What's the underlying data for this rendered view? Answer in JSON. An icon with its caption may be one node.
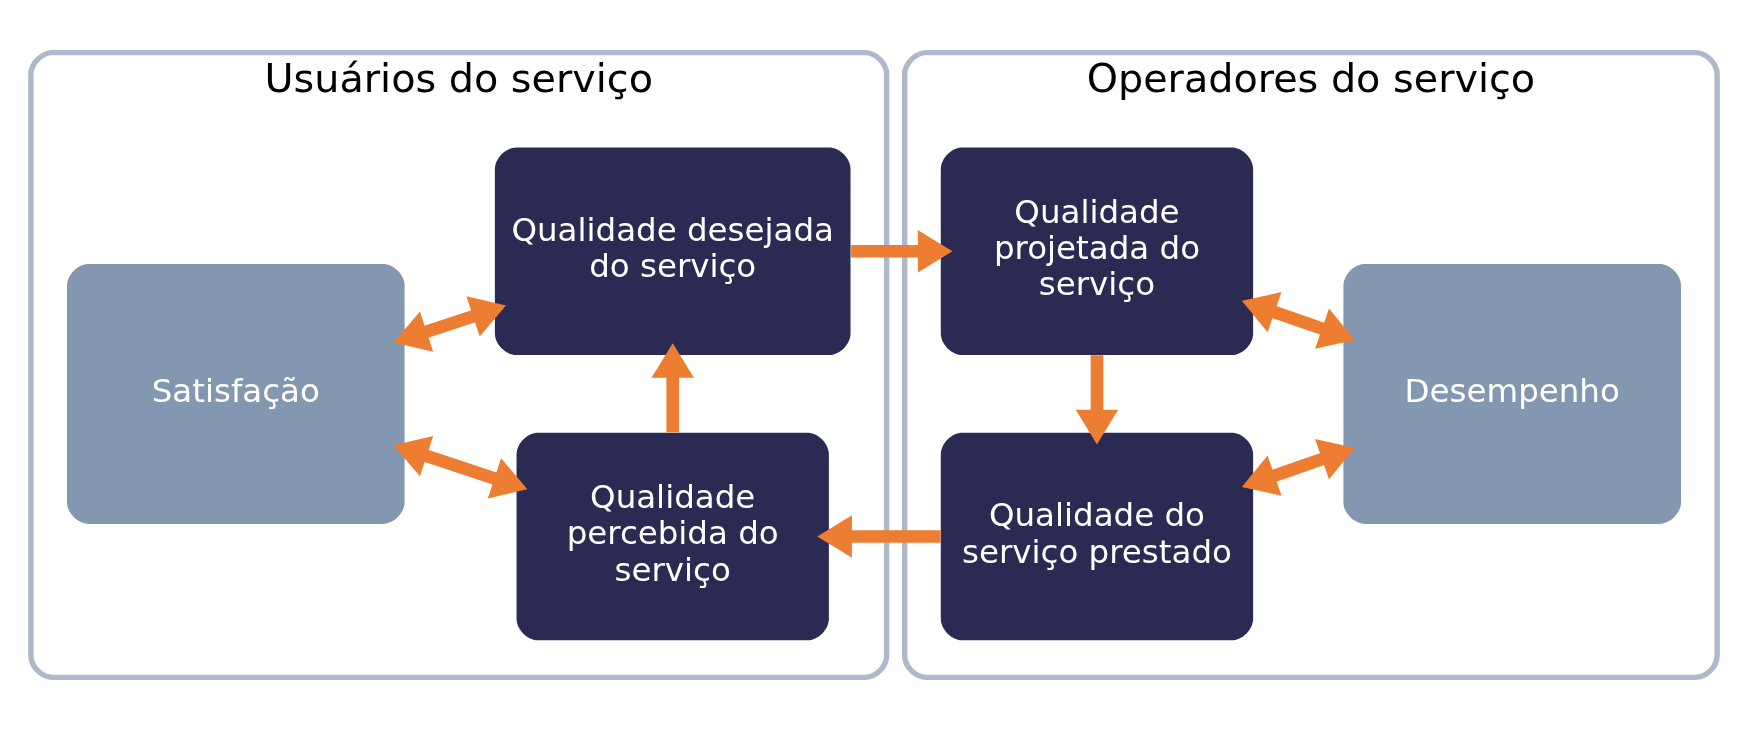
{
  "diagram": {
    "nodes": [
      {
        "text": [
          "Usuários do serviço"
        ]
      },
      {
        "text": [
          "Satisfação"
        ],
        "in": 0
      },
      {
        "text": [
          "Qualidade desejada do serviço"
        ],
        "in": 0
      },
      {
        "text": [
          "Qualidade percebida do serviço"
        ],
        "in": 0
      },
      {
        "text": [
          "Operadores do serviço"
        ]
      },
      {
        "text": [
          "Qualidade projetada do serviço"
        ],
        "in": 4
      },
      {
        "text": [
          "Qualidade do serviço prestado"
        ],
        "in": 4
      },
      {
        "text": [
          "Desempenho"
        ],
        "in": 4
      }
    ],
    "edges": [
      {
        "from": 1,
        "to": 2,
        "arrow": "both"
      },
      {
        "from": 2,
        "to": 5,
        "arrow": "to"
      },
      {
        "from": 5,
        "to": 7,
        "arrow": "both"
      },
      {
        "from": 3,
        "to": 2,
        "arrow": "to"
      },
      {
        "from": 5,
        "to": 6,
        "arrow": "to"
      },
      {
        "from": 1,
        "to": 3,
        "arrow": "both"
      },
      {
        "from": 6,
        "to": 3,
        "arrow": "to"
      },
      {
        "from": 6,
        "to": 7,
        "arrow": "both"
      }
    ]
  }
}
